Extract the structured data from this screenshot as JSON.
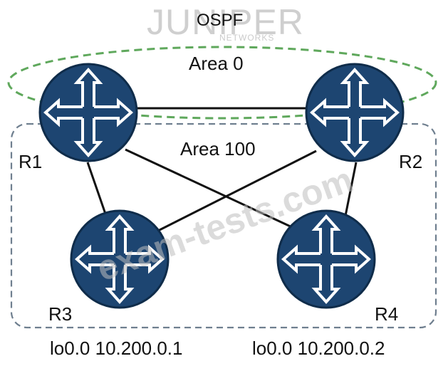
{
  "diagram": {
    "title": "OSPF",
    "brand_logo": "JUNIPER",
    "brand_sub": "NETWORKS",
    "watermark": "exam-tests.com",
    "areas": [
      {
        "label": "Area 0"
      },
      {
        "label": "Area 100"
      }
    ],
    "routers": [
      {
        "label": "R1",
        "icon": "router-icon"
      },
      {
        "label": "R2",
        "icon": "router-icon"
      },
      {
        "label": "R3",
        "icon": "router-icon"
      },
      {
        "label": "R4",
        "icon": "router-icon"
      }
    ],
    "loopbacks": [
      {
        "text": "lo0.0 10.200.0.1"
      },
      {
        "text": "lo0.0 10.200.0.2"
      }
    ],
    "links": [
      {
        "from": "R1",
        "to": "R2"
      },
      {
        "from": "R1",
        "to": "R3"
      },
      {
        "from": "R1",
        "to": "R4"
      },
      {
        "from": "R2",
        "to": "R3"
      },
      {
        "from": "R2",
        "to": "R4"
      }
    ],
    "colors": {
      "router_fill": "#1d4571",
      "router_outline": "#0f2c4a",
      "area0_border": "#5fa85c",
      "area100_border": "#6f7f8f",
      "link": "#111111",
      "watermark": "#bdbdbd"
    }
  }
}
